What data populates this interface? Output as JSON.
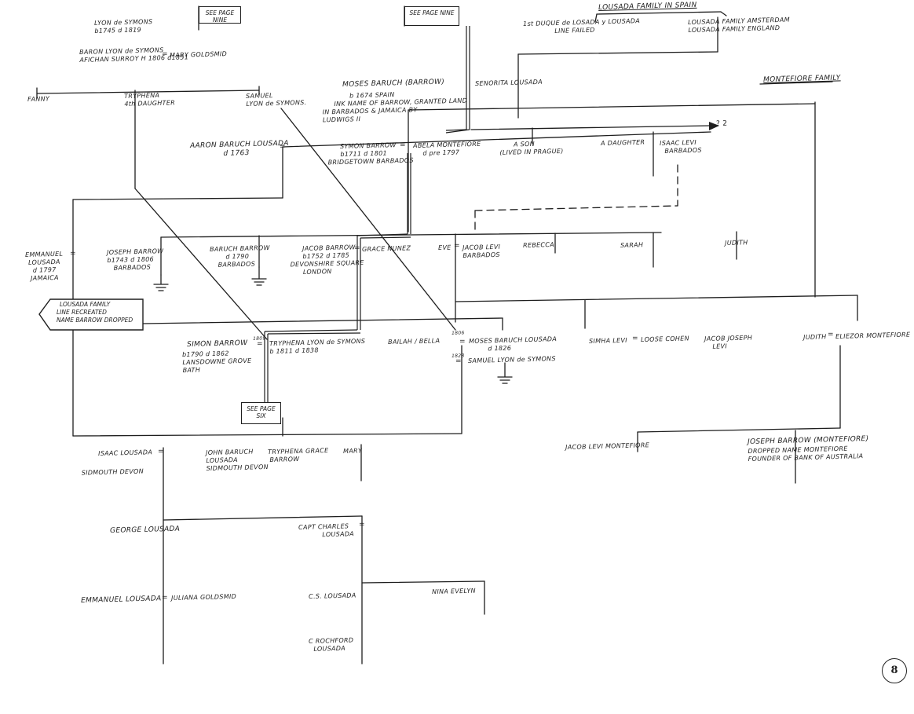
{
  "header": {
    "spain_title": "LOUSADA FAMILY IN SPAIN",
    "montefiore_title": "MONTEFIORE FAMILY"
  },
  "refs": {
    "see_page_nine_1": "SEE PAGE NINE",
    "see_page_nine_2": "SEE PAGE NINE",
    "see_page_six": [
      "SEE PAGE",
      "SIX"
    ],
    "lousada_tag": [
      "LOUSADA FAMILY",
      "LINE RECREATED",
      "NAME BARROW DROPPED"
    ]
  },
  "people": {
    "lyon_1745": [
      "LYON de SYMONS",
      "b1745 d 1819"
    ],
    "baron_lyon": [
      "BARON LYON de SYMONS",
      "AFICHAN SURROY H 1806 d1851"
    ],
    "mary_goldsmid": "MARY GOLDSMID",
    "fanny": "FANNY",
    "tryphena_4th": [
      "TRYPHENA",
      "4th DAUGHTER"
    ],
    "samuel_lyon": [
      "SAMUEL",
      "LYON de SYMONS."
    ],
    "moses_barrow": [
      "MOSES BARUCH (BARROW)",
      "b 1674 SPAIN",
      "INK NAME OF BARROW, GRANTED LAND",
      "IN BARBADOS & JAMAICA BY",
      "LUDWIGS II"
    ],
    "senorita": "SENORITA LOUSADA",
    "duque": [
      "1st DUQUE de LOSADA y LOUSADA",
      "LINE FAILED"
    ],
    "lousada_amsterdam": [
      "LOUSADA FAMILY AMSTERDAM",
      "LOUSADA FAMILY ENGLAND"
    ],
    "aaron_barrow": [
      "AARON BARUCH LOUSADA",
      "d 1763"
    ],
    "symon_barrow": [
      "SYMON BARROW",
      "b1711 d 1801",
      "BRIDGETOWN BARBADOS"
    ],
    "abela_montefiore": [
      "ABELA MONTEFIORE",
      "d pre 1797"
    ],
    "a_son": [
      "A SON",
      "(LIVED IN PRAGUE)"
    ],
    "a_daughter": "A DAUGHTER",
    "isaac_levi": [
      "ISAAC LEVI",
      "BARBADOS"
    ],
    "emmanuel_1797": [
      "EMMANUEL",
      "LOUSADA",
      "d 1797",
      "JAMAICA"
    ],
    "joseph_barrow": [
      "JOSEPH BARROW",
      "b1743 d 1806",
      "BARBADOS"
    ],
    "baruch_barrow": [
      "BARUCH BARROW",
      "d 1790",
      "BARBADOS"
    ],
    "jacob_barrow": [
      "JACOB BARROW",
      "b1752 d 1785",
      "DEVONSHIRE SQUARE",
      "LONDON"
    ],
    "grace_nunez": "GRACE NUNEZ",
    "eve": "EVE",
    "jacob_levi_barbados": [
      "JACOB LEVI",
      "BARBADOS"
    ],
    "rebecca": "REBECCA",
    "sarah": "SARAH",
    "judith_top": "JUDITH",
    "simon_barrow": [
      "SIMON BARROW",
      "b1790 d 1862",
      "LANSDOWNE GROVE",
      "BATH"
    ],
    "marr_year": "1809",
    "tryphena_lyon": [
      "TRYPHENA LYON de SYMONS",
      "b 1811 d 1838"
    ],
    "bailah": "BAILAH / BELLA",
    "moses_lousada": [
      "MOSES BARUCH LOUSADA",
      "d 1826"
    ],
    "year_1806": "1806",
    "year_1828": "1828",
    "samuel_lyon_2": "SAMUEL LYON de SYMONS",
    "simha_levi": "SIMHA LEVI",
    "loose_cohen": "LOOSE COHEN",
    "jacob_joseph_levi": [
      "JACOB JOSEPH",
      "LEVI"
    ],
    "judith_2": "JUDITH",
    "eliezor_montefiore": "ELIEZOR MONTEFIORE",
    "isaac_lousada": [
      "ISAAC LOUSADA",
      "SIDMOUTH DEVON"
    ],
    "john_baruch": [
      "JOHN BARUCH",
      "LOUSADA",
      "SIDMOUTH DEVON"
    ],
    "tryphena_grace": [
      "TRYPHENA GRACE",
      "BARROW"
    ],
    "mary": "MARY",
    "jacob_levi_montefiore": "JACOB LEVI MONTEFIORE",
    "joseph_barrow_montefiore": [
      "JOSEPH BARROW (MONTEFIORE)",
      "DROPPED NAME MONTEFIORE",
      "FOUNDER OF BANK OF AUSTRALIA"
    ],
    "george_lousada": "GEORGE LOUSADA",
    "capt_charles": [
      "CAPT CHARLES",
      "LOUSADA"
    ],
    "emmanuel_lousada": "EMMANUEL LOUSADA",
    "juliana": "JULIANA GOLDSMID",
    "cs_lousada": "C.S. LOUSADA",
    "nina_evelyn": "NINA EVELYN",
    "rochford": [
      "C ROCHFORD",
      "LOUSADA"
    ]
  },
  "page_number": "8",
  "arrow_label": "? 2"
}
